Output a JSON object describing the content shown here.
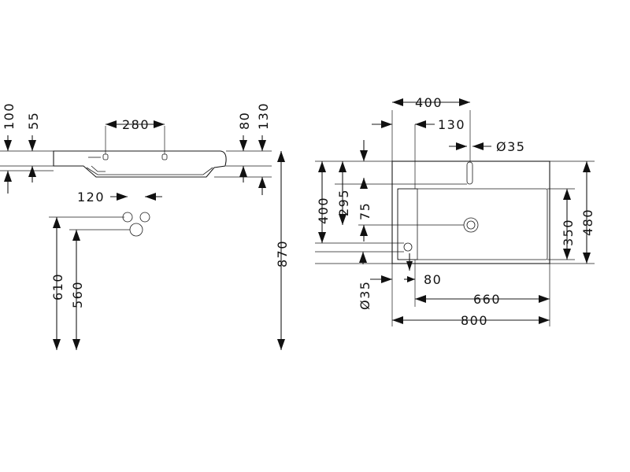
{
  "drawing": {
    "side_view": {
      "dim_280": "280",
      "dim_100": "100",
      "dim_55": "55",
      "dim_80": "80",
      "dim_130": "130",
      "dim_120": "120",
      "dim_610": "610",
      "dim_560": "560",
      "dim_870": "870"
    },
    "top_view": {
      "dim_400_top": "400",
      "dim_130": "130",
      "dim_d35_top": "Ø35",
      "dim_400_left": "400",
      "dim_295": "295",
      "dim_75": "75",
      "dim_350": "350",
      "dim_480": "480",
      "dim_d35_bottom": "Ø35",
      "dim_80": "80",
      "dim_660": "660",
      "dim_800": "800"
    }
  }
}
